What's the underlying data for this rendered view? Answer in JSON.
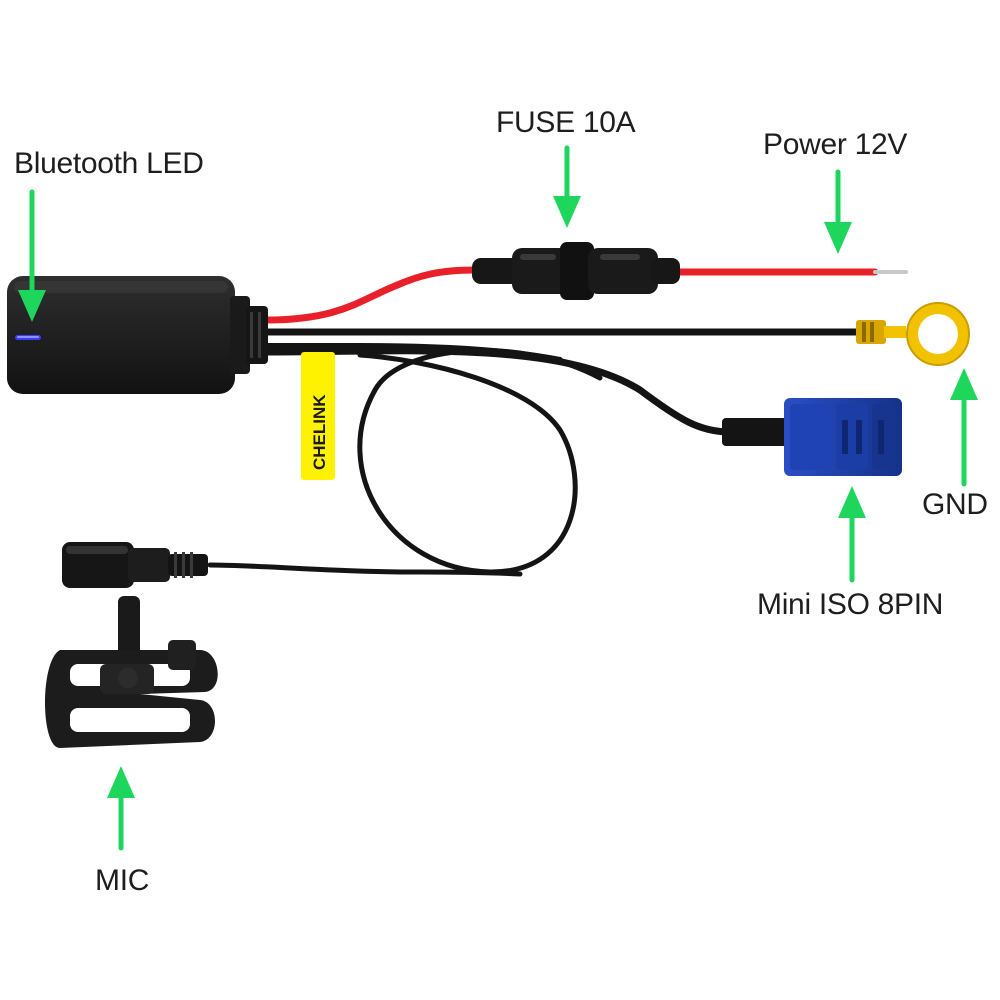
{
  "labels": {
    "bluetooth_led": "Bluetooth LED",
    "fuse": "FUSE 10A",
    "power": "Power 12V",
    "gnd": "GND",
    "mini_iso": "Mini ISO 8PIN",
    "mic": "MIC"
  },
  "brand_tag": "CHELINK",
  "colors": {
    "arrow": "#1fd65c",
    "power_wire": "#e8202a",
    "cable": "#141414",
    "terminal": "#f2c200",
    "connector": "#1c3fa8",
    "tag": "#fff200",
    "led": "#3a3cff"
  }
}
